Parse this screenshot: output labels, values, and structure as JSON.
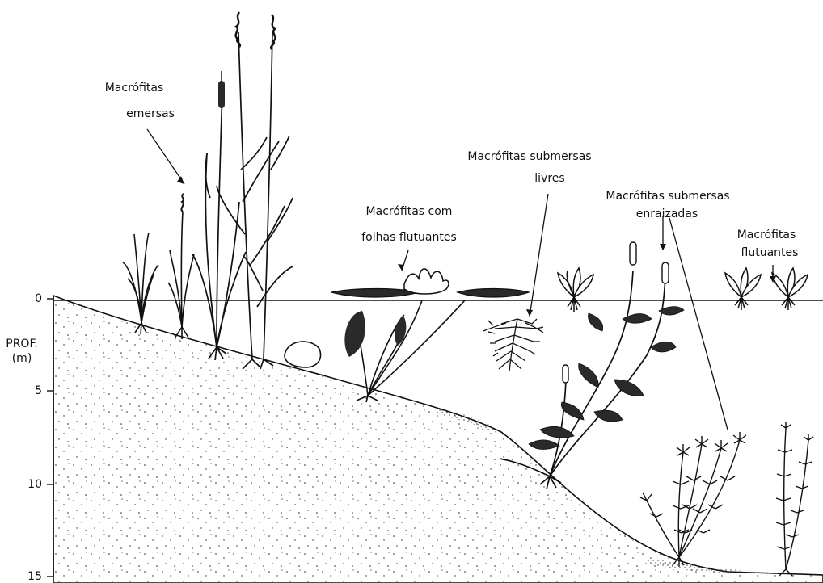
{
  "axis": {
    "depth_label_line1": "PROF.",
    "depth_label_line2": "(m)",
    "ticks": [
      "0",
      "5",
      "10",
      "15"
    ]
  },
  "labels": {
    "emersas_line1": "Macrófitas",
    "emersas_line2": "emersas",
    "folhas_line1": "Macrófitas com",
    "folhas_line2": "folhas flutuantes",
    "livres_line1": "Macrófitas submersas",
    "livres_line2": "livres",
    "enraizadas_line1": "Macrófitas submersas",
    "enraizadas_line2": "enraizadas",
    "flutuantes_line1": "Macrófitas",
    "flutuantes_line2": "flutuantes"
  },
  "colors": {
    "ink": "#111111",
    "leaf_fill": "#2a2a2a",
    "paper": "#ffffff"
  }
}
